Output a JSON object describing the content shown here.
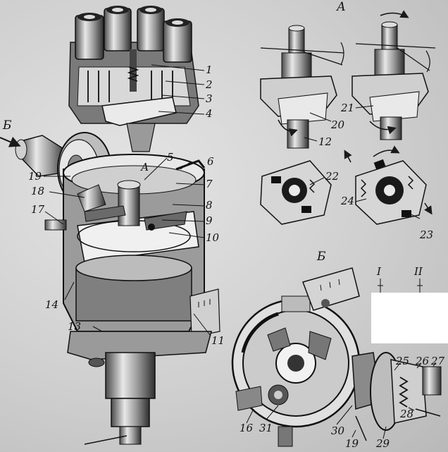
{
  "figure": {
    "view_a_label": "А",
    "view_b_label": "Б",
    "inlet_label": "Б",
    "arrow_a_label": "А",
    "position_labels": [
      "I",
      "II"
    ],
    "callouts": [
      "1",
      "2",
      "3",
      "4",
      "5",
      "6",
      "7",
      "8",
      "9",
      "10",
      "11",
      "12",
      "13",
      "14",
      "16",
      "17",
      "18",
      "19",
      "19",
      "20",
      "21",
      "22",
      "23",
      "24",
      "25",
      "26",
      "27",
      "28",
      "29",
      "30",
      "31"
    ],
    "colors": {
      "ink": "#1a1a1a",
      "paper": "#d4d4d4",
      "mid": "#8f8f8f",
      "dark": "#3a3a3a",
      "light": "#f0f0f0"
    }
  }
}
